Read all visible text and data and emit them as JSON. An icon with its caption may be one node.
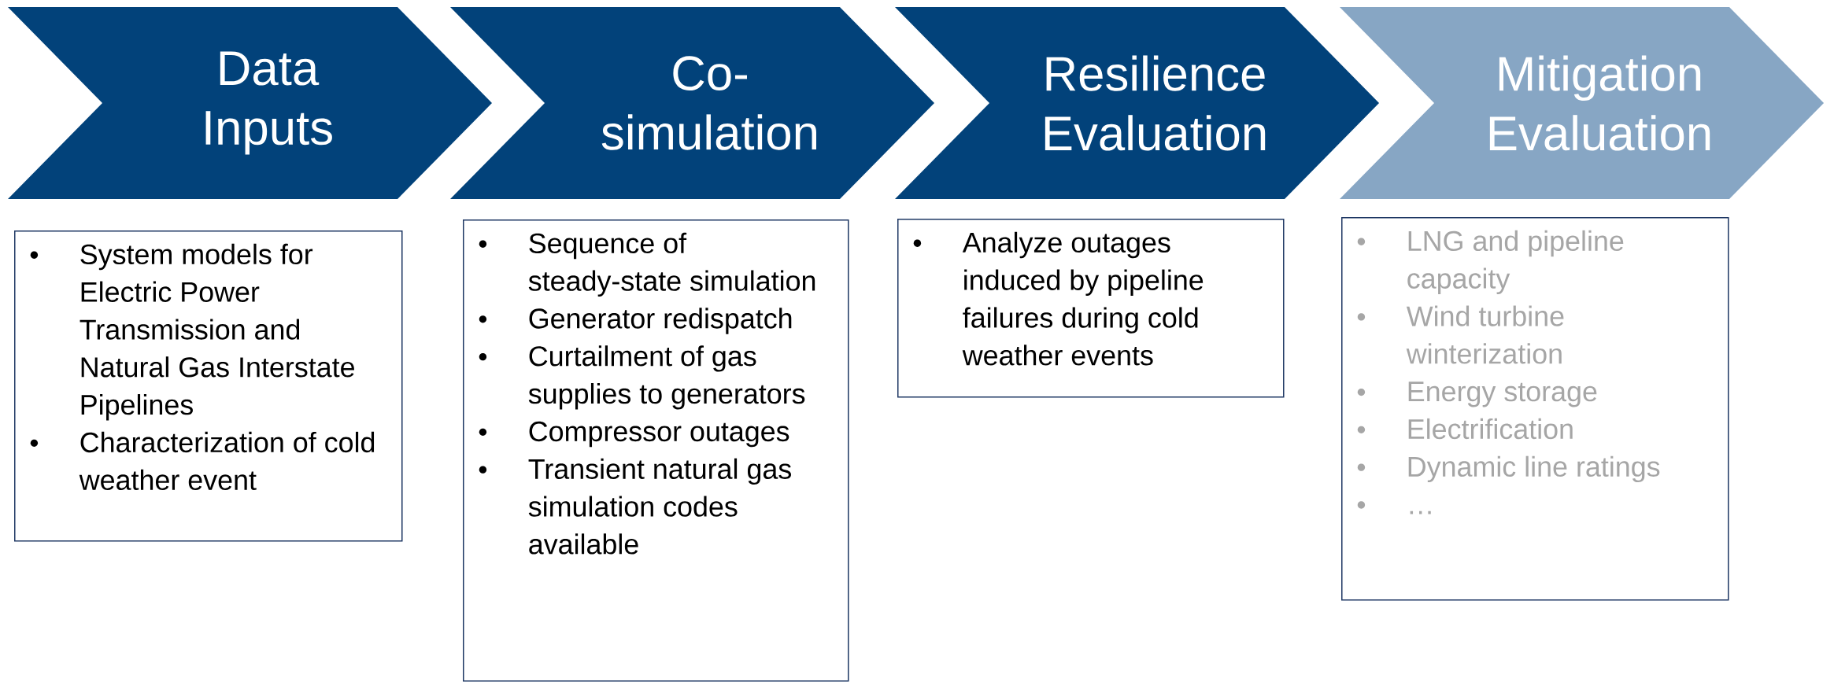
{
  "diagram": {
    "nodes": [
      {
        "text": [
          "Data Inputs"
        ]
      },
      {
        "text": [
          "Co-simulation"
        ]
      },
      {
        "text": [
          "Resilience Evaluation"
        ]
      },
      {
        "text": [
          "Mitigation Evaluation"
        ]
      },
      {
        "text": [
          "System models for Electric Power Transmission and Natural Gas Interstate Pipelines",
          "Characterization of cold weather event"
        ]
      },
      {
        "text": [
          "Sequence of steady-state simulation",
          "Generator redispatch",
          "Curtailment of gas supplies to generators",
          "Compressor outages",
          "Transient natural gas simulation codes available"
        ]
      },
      {
        "text": [
          "Analyze outages induced by pipeline failures during cold weather events"
        ]
      },
      {
        "text": [
          "LNG and pipeline capacity",
          "Wind turbine winterization",
          "Energy storage",
          "Electrification",
          "Dynamic line ratings",
          "…"
        ]
      }
    ],
    "edges": []
  }
}
